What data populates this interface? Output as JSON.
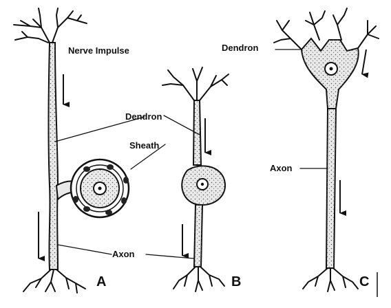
{
  "labels": {
    "nerve_impulse": "Nerve Impulse",
    "dendron_mid": "Dendron",
    "sheath": "Sheath",
    "axon_bottom": "Axon",
    "dendron_right": "Dendron",
    "axon_right": "Axon",
    "neuron_a": "A",
    "neuron_b": "B",
    "neuron_c": "C"
  }
}
